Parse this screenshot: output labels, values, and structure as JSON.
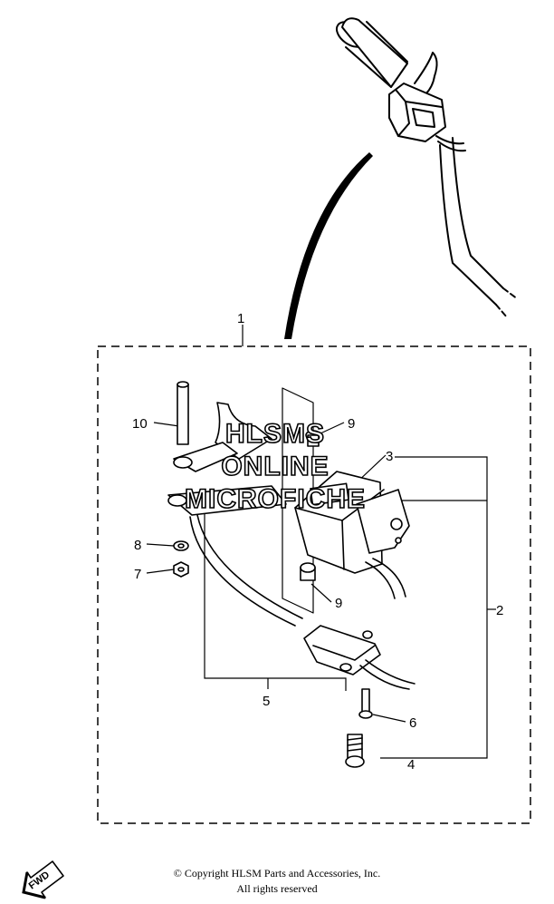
{
  "diagram": {
    "callouts": [
      "1",
      "2",
      "3",
      "4",
      "5",
      "6",
      "7",
      "8",
      "9",
      "9",
      "10"
    ],
    "watermark": [
      "HLSMS",
      "ONLINE",
      "MICROFICHE"
    ],
    "fwd_label": "FWD"
  },
  "footer": {
    "copyright": "© Copyright HLSM Parts and Accessories, Inc.",
    "rights": "All rights reserved"
  }
}
